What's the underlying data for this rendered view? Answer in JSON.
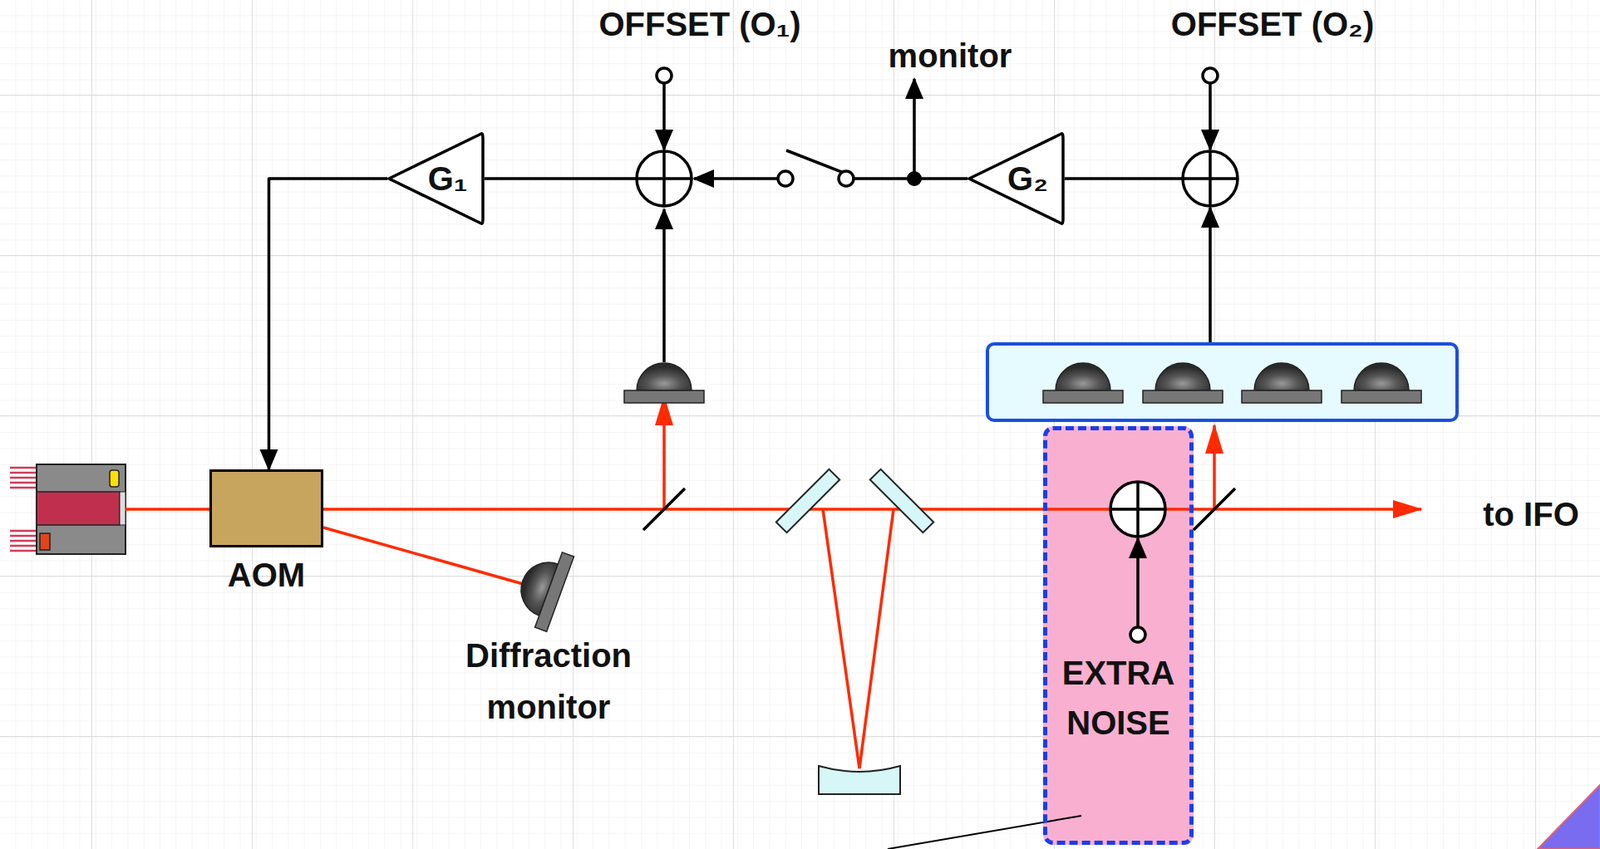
{
  "diagram": {
    "nodes": [
      {
        "text": [
          "AOM"
        ]
      },
      {
        "text": [
          "G₁"
        ]
      },
      {
        "text": [
          "G₂"
        ]
      },
      {
        "text": [
          "EXTRA NOISE"
        ]
      }
    ],
    "edges": [
      {
        "from": 1,
        "to": 0,
        "arrow": "to"
      }
    ],
    "labels": [
      "OFFSET (O₁)",
      "monitor",
      "OFFSET (O₂)",
      "Diffraction monitor",
      "to IFO"
    ]
  }
}
